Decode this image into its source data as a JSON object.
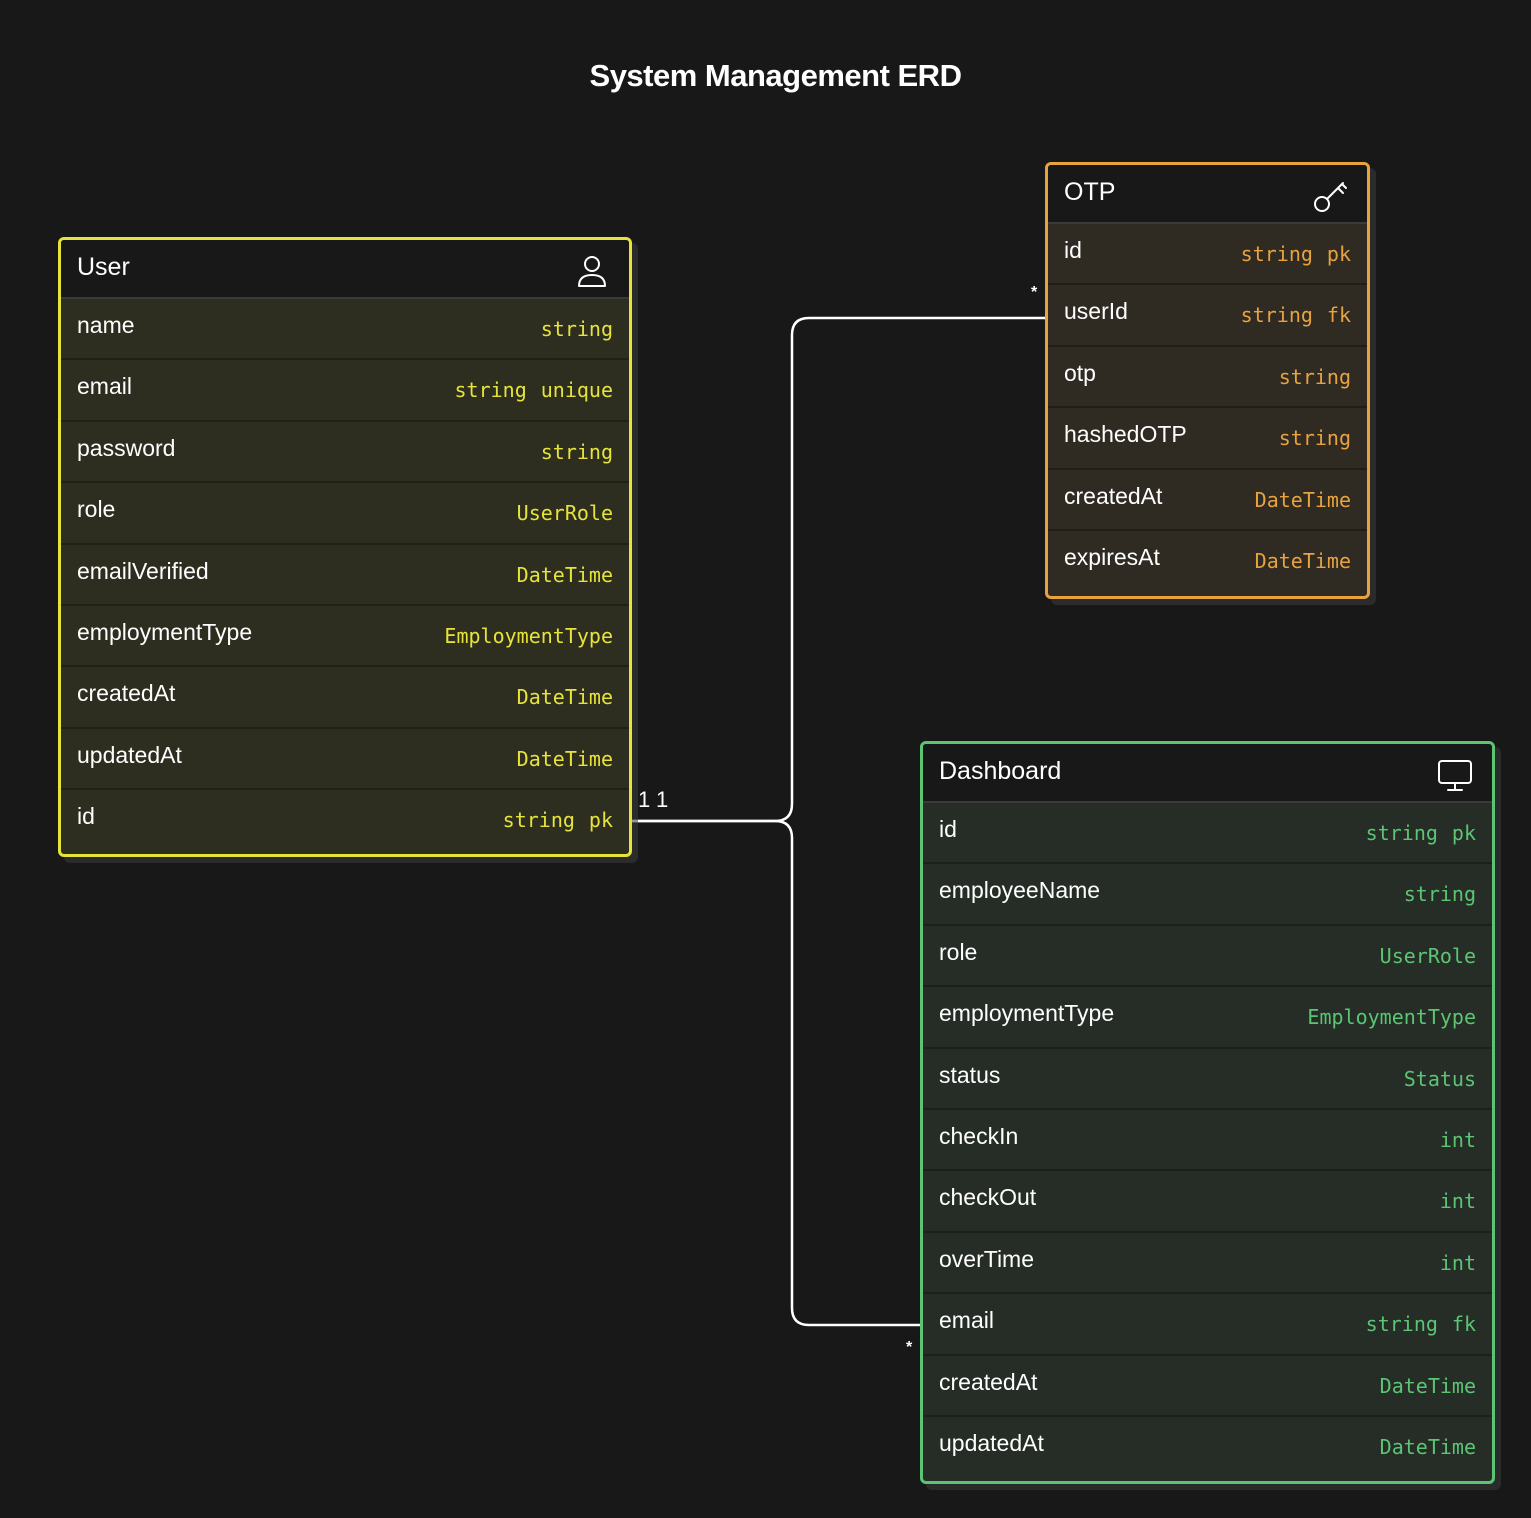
{
  "diagram": {
    "title": "System Management ERD"
  },
  "colors": {
    "user": "#e6e43a",
    "user_bg": "#2d2d20",
    "otp": "#e8a33f",
    "otp_bg": "#2f2a22",
    "dashboard": "#5bc574",
    "dashboard_bg": "#252d26",
    "connector": "#ffffff"
  },
  "entities": {
    "user": {
      "name": "User",
      "icon": "user-icon",
      "attributes": [
        {
          "name": "name",
          "type": "string",
          "key": ""
        },
        {
          "name": "email",
          "type": "string",
          "key": "unique"
        },
        {
          "name": "password",
          "type": "string",
          "key": ""
        },
        {
          "name": "role",
          "type": "UserRole",
          "key": ""
        },
        {
          "name": "emailVerified",
          "type": "DateTime",
          "key": ""
        },
        {
          "name": "employmentType",
          "type": "EmploymentType",
          "key": ""
        },
        {
          "name": "createdAt",
          "type": "DateTime",
          "key": ""
        },
        {
          "name": "updatedAt",
          "type": "DateTime",
          "key": ""
        },
        {
          "name": "id",
          "type": "string",
          "key": "pk"
        }
      ]
    },
    "otp": {
      "name": "OTP",
      "icon": "key-icon",
      "attributes": [
        {
          "name": "id",
          "type": "string",
          "key": "pk"
        },
        {
          "name": "userId",
          "type": "string",
          "key": "fk"
        },
        {
          "name": "otp",
          "type": "string",
          "key": ""
        },
        {
          "name": "hashedOTP",
          "type": "string",
          "key": ""
        },
        {
          "name": "createdAt",
          "type": "DateTime",
          "key": ""
        },
        {
          "name": "expiresAt",
          "type": "DateTime",
          "key": ""
        }
      ]
    },
    "dashboard": {
      "name": "Dashboard",
      "icon": "monitor-icon",
      "attributes": [
        {
          "name": "id",
          "type": "string",
          "key": "pk"
        },
        {
          "name": "employeeName",
          "type": "string",
          "key": ""
        },
        {
          "name": "role",
          "type": "UserRole",
          "key": ""
        },
        {
          "name": "employmentType",
          "type": "EmploymentType",
          "key": ""
        },
        {
          "name": "status",
          "type": "Status",
          "key": ""
        },
        {
          "name": "checkIn",
          "type": "int",
          "key": ""
        },
        {
          "name": "checkOut",
          "type": "int",
          "key": ""
        },
        {
          "name": "overTime",
          "type": "int",
          "key": ""
        },
        {
          "name": "email",
          "type": "string",
          "key": "fk"
        },
        {
          "name": "createdAt",
          "type": "DateTime",
          "key": ""
        },
        {
          "name": "updatedAt",
          "type": "DateTime",
          "key": ""
        }
      ]
    }
  },
  "relationships": [
    {
      "from": "user.id",
      "to": "otp.userId",
      "from_cardinality": "1",
      "to_cardinality": "*"
    },
    {
      "from": "user.id",
      "to": "dashboard.email",
      "from_cardinality": "1",
      "to_cardinality": "*"
    }
  ]
}
